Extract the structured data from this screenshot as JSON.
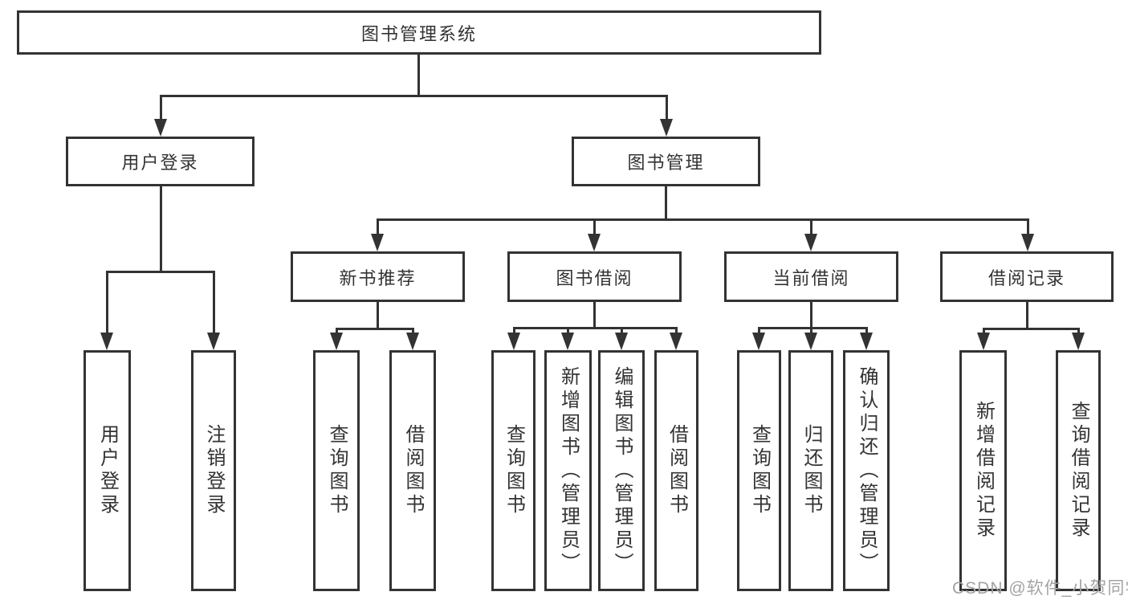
{
  "colors": {
    "line": "#333333",
    "text": "#333333",
    "box_background": "#ffffff",
    "watermark": "#a3a3a3"
  },
  "root": {
    "label": "图书管理系统"
  },
  "level2": {
    "user_login": {
      "label": "用户登录"
    },
    "book_management": {
      "label": "图书管理"
    }
  },
  "level3": {
    "new_book_recommend": {
      "label": "新书推荐"
    },
    "book_borrow": {
      "label": "图书借阅"
    },
    "current_borrow": {
      "label": "当前借阅"
    },
    "borrow_records": {
      "label": "借阅记录"
    }
  },
  "leaves": {
    "user_login": [
      "用户登录",
      "注销登录"
    ],
    "new_book_recommend": [
      "查询图书",
      "借阅图书"
    ],
    "book_borrow": [
      "查询图书",
      "新增图书（管理员）",
      "编辑图书（管理员）",
      "借阅图书"
    ],
    "current_borrow": [
      "查询图书",
      "归还图书",
      "确认归还（管理员）"
    ],
    "borrow_records": [
      "新增借阅记录",
      "查询借阅记录"
    ]
  },
  "watermark": "CSDN @软件_小贺同学"
}
